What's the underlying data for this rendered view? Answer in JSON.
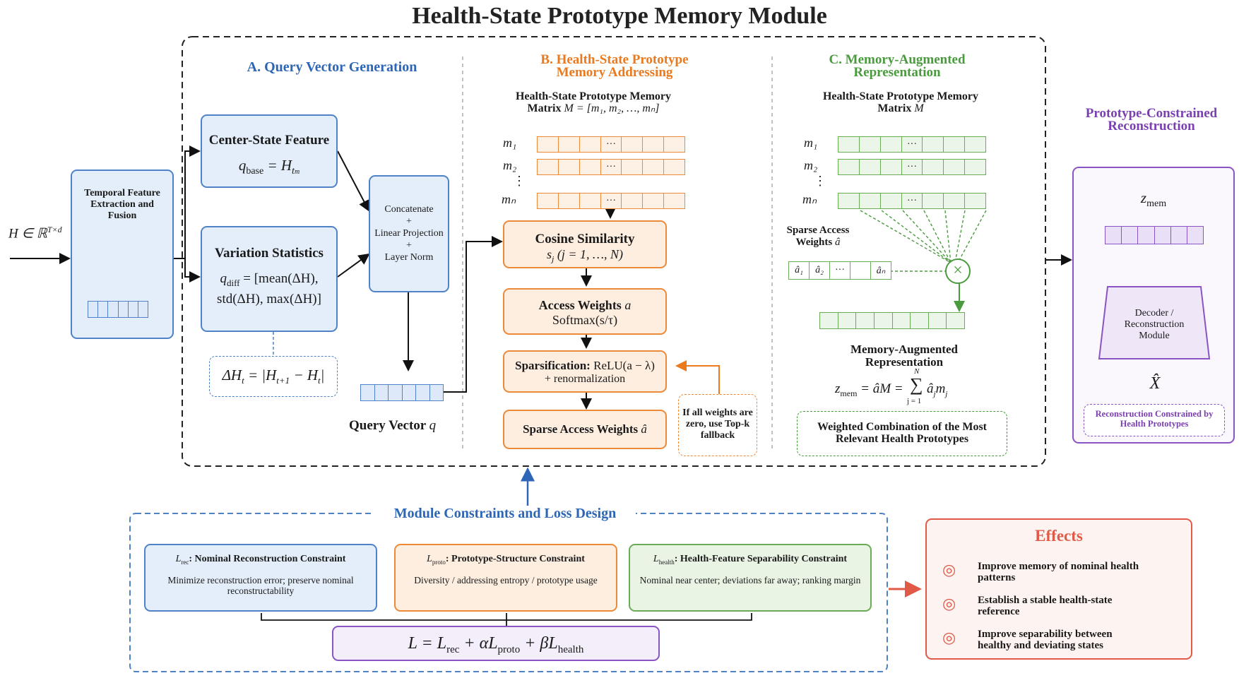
{
  "title": "Health-State Prototype Memory Module",
  "input": {
    "label": "H ∈ ℝ",
    "sup": "T×d"
  },
  "temporal": {
    "label": "Temporal Feature Extraction and Fusion"
  },
  "section_a": {
    "title": "A. Query Vector Generation"
  },
  "section_b": {
    "title": "B. Health-State Prototype Memory Addressing"
  },
  "section_c": {
    "title": "C. Memory-Augmented Representation"
  },
  "center_state": {
    "title": "Center-State Feature",
    "eq_lhs": "q",
    "eq_sub": "base",
    "eq_rhs": " = H",
    "eq_rhs_sub": "t",
    "eq_rhs_subsub": "m"
  },
  "variation": {
    "title": "Variation Statistics",
    "eq_line1": "q",
    "eq_line1_sub": "diff",
    "eq_line1_rest": " = [mean(ΔH),",
    "eq_line2": "std(ΔH),  max(ΔH)]"
  },
  "delta": {
    "text": "ΔH",
    "sub": "t",
    "rest": " = |H",
    "sub2": "t+1",
    "rest2": " − H",
    "sub3": "t",
    "end": "|"
  },
  "concat": {
    "line1": "Concatenate",
    "plus1": "+",
    "line2": "Linear Projection",
    "plus2": "+",
    "line3": "Layer Norm"
  },
  "query": {
    "label": "Query Vector",
    "symbol": "q"
  },
  "memory_b": {
    "title": "Health-State Prototype Memory",
    "matrix_label": "Matrix",
    "matrix_eq": "M = [m₁, m₂, …, mₙ]"
  },
  "memory_c": {
    "title": "Health-State Prototype Memory",
    "matrix_label": "Matrix",
    "matrix_sym": "M"
  },
  "rows": {
    "m1": "m₁",
    "m2": "m₂",
    "dots": "⋮",
    "mN": "mₙ",
    "ellipsis": "···"
  },
  "cosine": {
    "title": "Cosine Similarity",
    "eq": "s",
    "eq_sub": "j",
    "eq_rest": "   (j = 1, …, N)"
  },
  "access": {
    "title": "Access Weights",
    "sym": "a",
    "eq": "Softmax(s/τ)"
  },
  "sparsify": {
    "title": "Sparsification:",
    "eq": "ReLU(a − λ)",
    "line2": "+ renormalization"
  },
  "sparse_weights": {
    "title": "Sparse Access Weights",
    "sym": "â"
  },
  "fallback": {
    "text": "If all weights are zero, use Top-k fallback"
  },
  "sparse_access_c": {
    "title": "Sparse Access Weights",
    "sym": "â",
    "cells": [
      "â₁",
      "â₂",
      "···",
      "",
      "âₙ"
    ]
  },
  "mult_symbol": "×",
  "mem_aug": {
    "title": "Memory-Augmented Representation",
    "eq_lhs": "z",
    "eq_sub": "mem",
    "eq_rest": " = âM = ",
    "sum": "∑",
    "sum_top": "N",
    "sum_bot": "j = 1",
    "sum_term": "â",
    "sum_term_sub": "j",
    "sum_term2": "m",
    "sum_term2_sub": "j"
  },
  "weighted": {
    "text": "Weighted Combination of the Most Relevant Health Prototypes"
  },
  "recon": {
    "title": "Prototype-Constrained Reconstruction",
    "zmem": "z",
    "zmem_sub": "mem",
    "decoder": "Decoder / Reconstruction Module",
    "xhat": "X̂",
    "note": "Reconstruction Constrained by Health Prototypes"
  },
  "constraints": {
    "title": "Module Constraints and Loss Design",
    "items": [
      {
        "sym": "L",
        "sub": "rec",
        "title": ": Nominal Reconstruction Constraint",
        "desc": "Minimize reconstruction error; preserve nominal reconstructability"
      },
      {
        "sym": "L",
        "sub": "proto",
        "title": ": Prototype-Structure Constraint",
        "desc": "Diversity / addressing entropy / prototype usage"
      },
      {
        "sym": "L",
        "sub": "health",
        "title": ": Health-Feature Separability Constraint",
        "desc": "Nominal near center; deviations far away; ranking margin"
      }
    ],
    "loss": {
      "l": "L = L",
      "s1": "rec",
      "m1": " + αL",
      "s2": "proto",
      "m2": " + βL",
      "s3": "health"
    }
  },
  "effects": {
    "title": "Effects",
    "items": [
      "Improve memory of nominal health patterns",
      "Establish a stable health-state reference",
      "Improve separability between healthy and deviating states"
    ]
  },
  "colors": {
    "blue": "#2d66b6",
    "orange": "#ea7a1d",
    "green": "#4a9b3e",
    "purple": "#7a3fb0",
    "red": "#e05a47"
  }
}
